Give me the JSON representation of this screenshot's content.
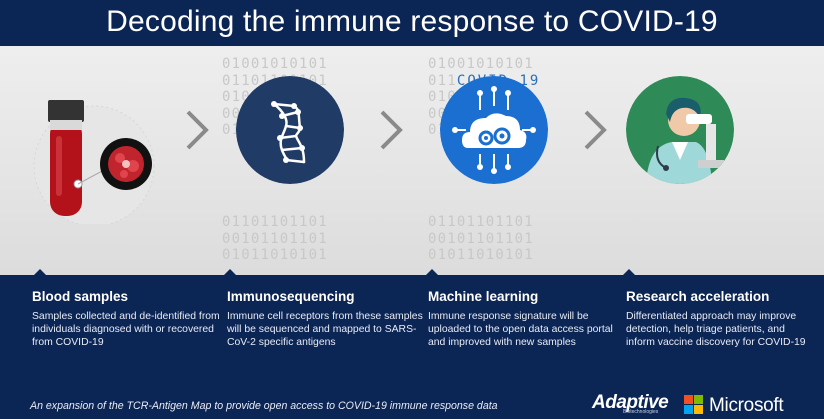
{
  "title": "Decoding the immune response to COVID-19",
  "band": {
    "binary_rows_left": [
      "01001010101",
      "01101101101",
      "01011100101",
      "00101101101",
      "01011010101"
    ],
    "binary_rows_right_1": "01001010101",
    "binary_row_right_2_prefix": "011",
    "binary_row_right_2_highlight": "COVID-19",
    "binary_rows_right_rest": [
      "01011100101",
      "00101101101",
      "01011010101"
    ],
    "binary_rows_lower_left": [
      "01101101101",
      "00101101101",
      "01011010101"
    ],
    "binary_rows_lower_right": [
      "01101101101",
      "00101101101",
      "01011010101"
    ]
  },
  "steps": [
    {
      "title": "Blood samples",
      "text": "Samples collected and de-identified from individuals diagnosed with or recovered from COVID-19",
      "icon": "blood-tube-icon"
    },
    {
      "title": "Immunosequencing",
      "text": "Immune  cell receptors from these samples will be sequenced and mapped to SARS-CoV-2 specific antigens",
      "icon": "dna-icon"
    },
    {
      "title": "Machine learning",
      "text": "Immune response signature will be uploaded to the open data access portal and improved with new samples",
      "icon": "cloud-gears-icon"
    },
    {
      "title": "Research acceleration",
      "text": "Differentiated approach may improve detection, help triage patients, and inform vaccine discovery for COVID-19",
      "icon": "scientist-microscope-icon"
    }
  ],
  "footer": {
    "tagline": "An expansion of the TCR-Antigen Map to provide open access to COVID-19 immune response data",
    "adaptive_logo": "Adaptive",
    "adaptive_sub": "Biotechnologies",
    "microsoft_logo": "Microsoft"
  },
  "colors": {
    "navy": "#0b2555",
    "dna_circle": "#1f3b66",
    "cloud_circle": "#1a6fd1",
    "scientist_bg": "#2e8b57",
    "blood_red": "#b3121a"
  }
}
